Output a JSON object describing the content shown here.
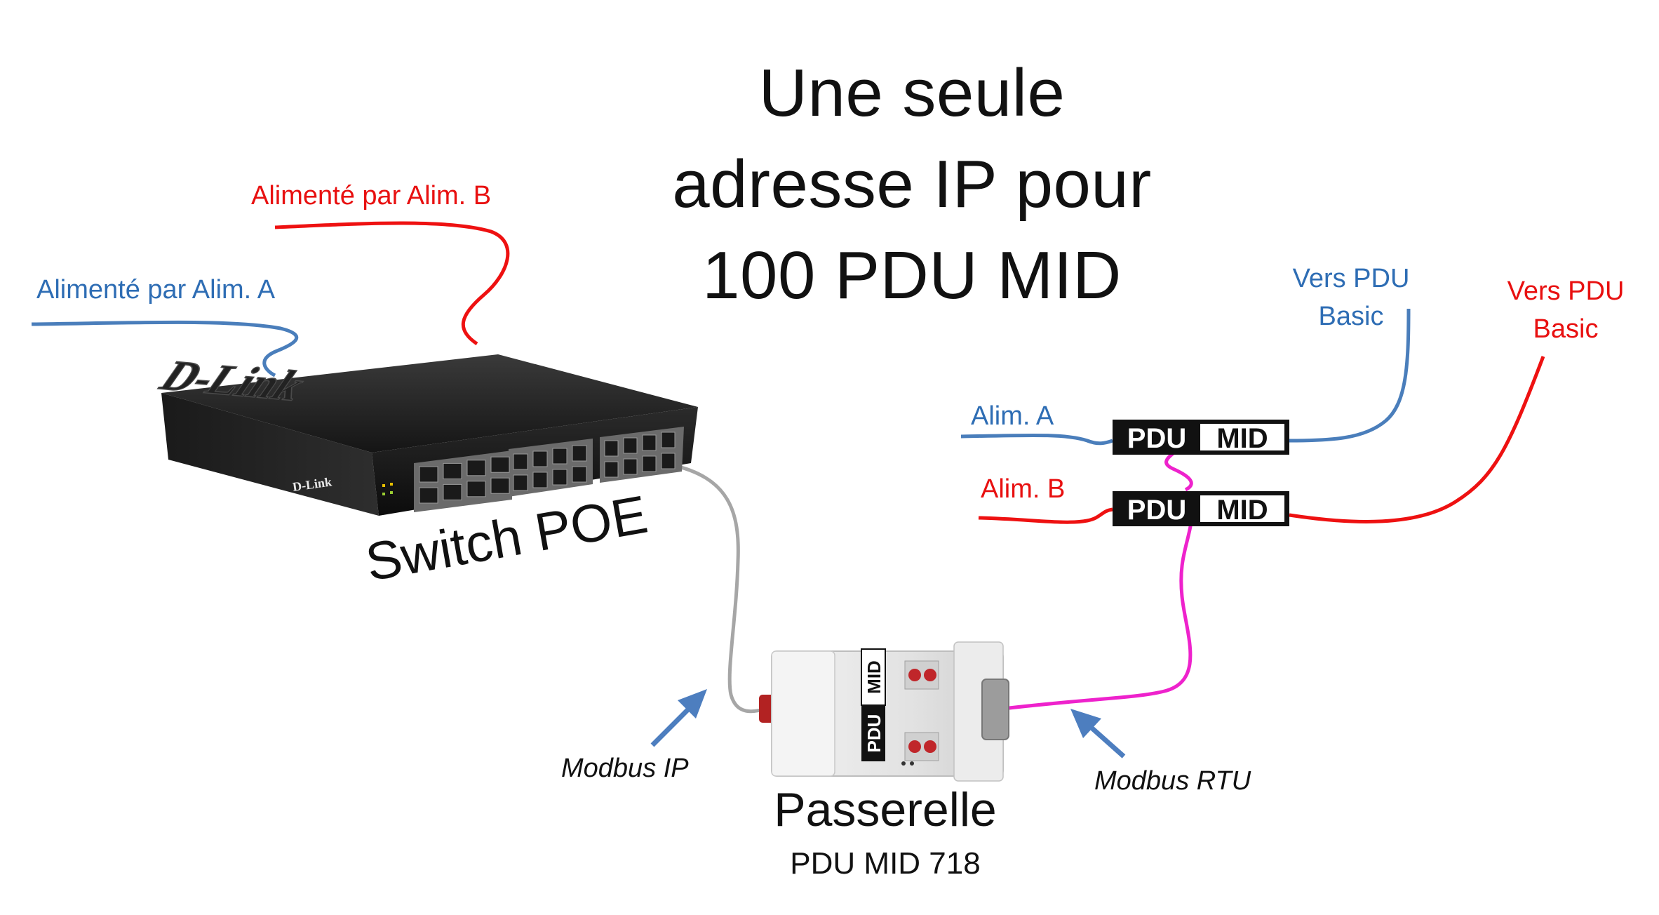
{
  "title": {
    "line1": "Une seule",
    "line2": "adresse IP pour",
    "line3": "100 PDU MID"
  },
  "switch": {
    "label": "Switch POE",
    "brand": "D-Link",
    "power_a_label": "Alimenté par Alim. A",
    "power_b_label": "Alimenté par Alim. B"
  },
  "gateway": {
    "label": "Passerelle",
    "model": "PDU MID 718",
    "badge_left": "PDU",
    "badge_right": "MID"
  },
  "links": {
    "modbus_ip": "Modbus IP",
    "modbus_rtu": "Modbus RTU"
  },
  "pdu_units": [
    {
      "left": "PDU",
      "right": "MID",
      "input_label": "Alim. A",
      "output_label_1": "Vers PDU",
      "output_label_2": "Basic"
    },
    {
      "left": "PDU",
      "right": "MID",
      "input_label": "Alim. B",
      "output_label_1": "Vers PDU",
      "output_label_2": "Basic"
    }
  ],
  "colors": {
    "feed_a": "#4a7ebb",
    "feed_b": "#ee1111",
    "modbus_rtu": "#ee22cc",
    "ethernet": "#a6a6a6",
    "arrow": "#4d7ebf"
  }
}
